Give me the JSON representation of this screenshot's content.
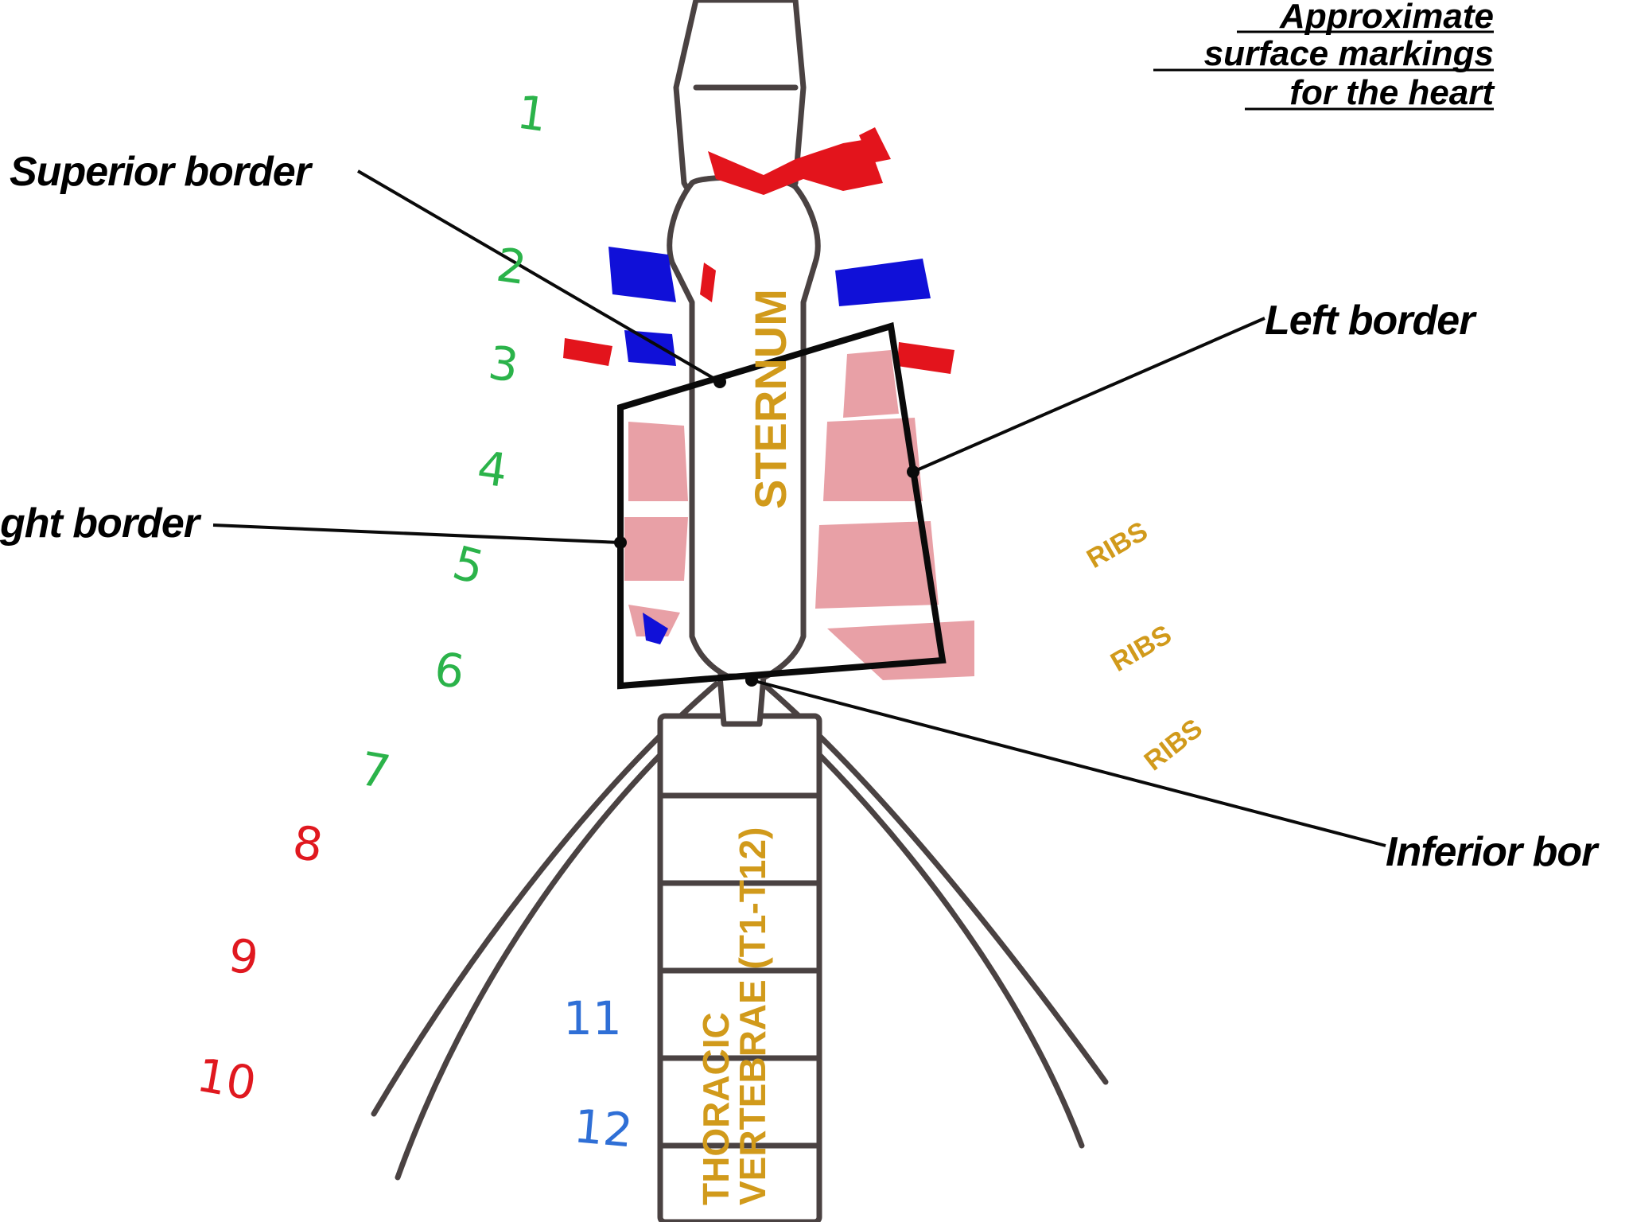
{
  "title": {
    "line1": "Approximate",
    "line2": "surface markings",
    "line3": "for the heart"
  },
  "callouts": {
    "superior": "Superior border",
    "left": "Left border",
    "right": "ght border",
    "inferior": "Inferior bor"
  },
  "structures": {
    "sternum": "STERNUM",
    "vertebrae_line1": "THORACIC",
    "vertebrae_line2": "VERTEBRAE (T1-T12)",
    "ribs": [
      "RIBS",
      "RIBS",
      "RIBS"
    ]
  },
  "rib_numbers": [
    {
      "label": "1",
      "color": "#2bb34a"
    },
    {
      "label": "2",
      "color": "#2bb34a"
    },
    {
      "label": "3",
      "color": "#2bb34a"
    },
    {
      "label": "4",
      "color": "#2bb34a"
    },
    {
      "label": "5",
      "color": "#2bb34a"
    },
    {
      "label": "6",
      "color": "#2bb34a"
    },
    {
      "label": "7",
      "color": "#2bb34a"
    },
    {
      "label": "8",
      "color": "#e0181f"
    },
    {
      "label": "9",
      "color": "#e0181f"
    },
    {
      "label": "10",
      "color": "#e0181f"
    },
    {
      "label": "11",
      "color": "#2f6fd6"
    },
    {
      "label": "12",
      "color": "#2f6fd6"
    }
  ],
  "colors": {
    "heart_fill": "#e8a0a6",
    "vein": "#1010d8",
    "artery": "#e3141c",
    "label_gold": "#d19a1b",
    "outline": "#4a4242"
  }
}
